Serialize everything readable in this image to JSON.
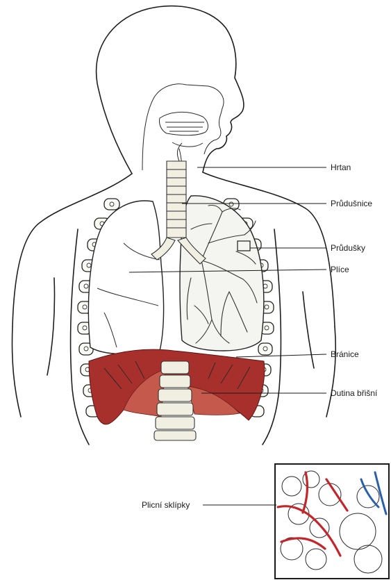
{
  "labels": {
    "larynx": "Hrtan",
    "trachea": "Průdušnice",
    "bronchi": "Průdušky",
    "lungs": "Plíce",
    "diaphragm": "Bránice",
    "abdominal_cavity": "Dutina břišní",
    "alveoli": "Plicní sklípky"
  },
  "colors": {
    "line": "#1e1e1e",
    "diaphragm_muscle": "#a8302c",
    "artery": "#c0262a",
    "vein": "#2b5fa8"
  }
}
